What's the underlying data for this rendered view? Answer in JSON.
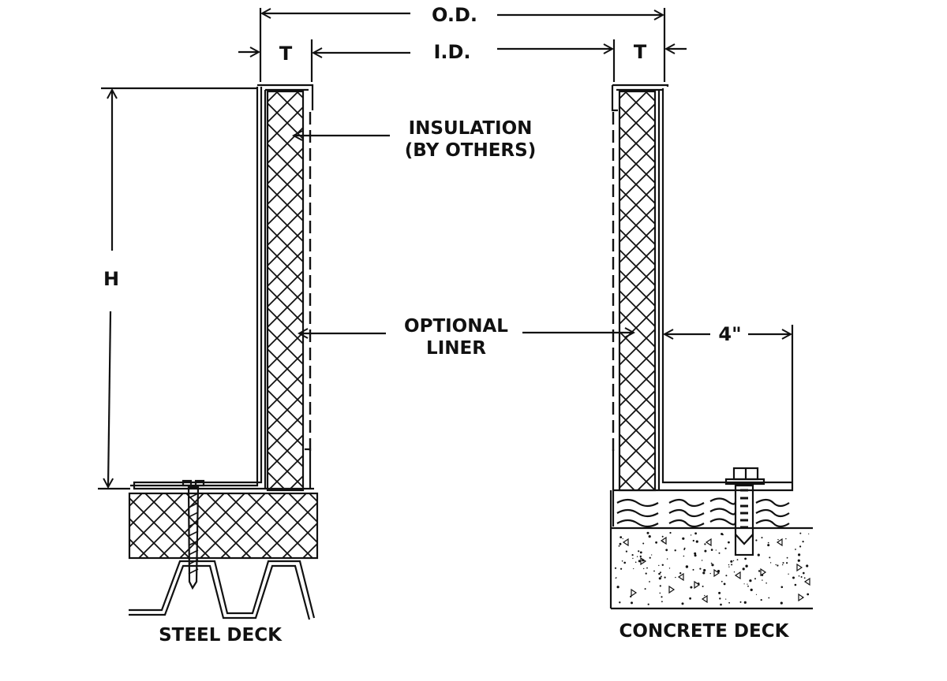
{
  "diagram": {
    "title": "Curb Detail - Steel Deck and Concrete Deck",
    "dimensions": {
      "outer_diameter": "O.D.",
      "inner_diameter": "I.D.",
      "thickness_left": "T",
      "thickness_right": "T",
      "height": "H",
      "flange_width": "4\""
    },
    "callouts": {
      "insulation_line1": "INSULATION",
      "insulation_line2": "(BY OTHERS)",
      "liner_line1": "OPTIONAL",
      "liner_line2": "LINER"
    },
    "captions": {
      "left": "STEEL DECK",
      "right": "CONCRETE DECK"
    },
    "colors": {
      "line": "#111111",
      "background": "#ffffff"
    }
  }
}
